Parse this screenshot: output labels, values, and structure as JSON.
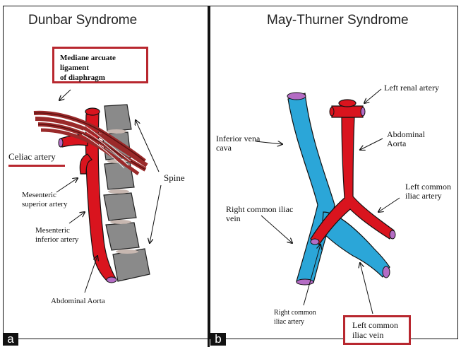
{
  "panel_a": {
    "title": "Dunbar Syndrome",
    "letter": "a",
    "boxed_label": "Mediane arcuate ligament\nof diaphragm",
    "celiac_label": "Celiac artery",
    "spine_label": "Spine",
    "mesenteric_superior_label": "Mesenteric\nsuperior artery",
    "mesenteric_inferior_label": "Mesenteric\ninferior artery",
    "aorta_label": "Abdominal Aorta"
  },
  "panel_b": {
    "title": "May-Thurner Syndrome",
    "letter": "b",
    "left_renal_label": "Left renal artery",
    "ivc_label": "Inferior vena\ncava",
    "aorta_label": "Abdominal\nAorta",
    "left_common_iliac_artery_label": "Left common\niliac artery",
    "right_common_iliac_vein_label": "Right common iliac\nvein",
    "right_common_iliac_artery_label": "Right common\niliac artery",
    "boxed_label": "Left common\niliac vein"
  },
  "colors": {
    "artery": "#d9141e",
    "vein": "#2ba6d8",
    "vertebra": "#8a8a8a",
    "ligament": "#9a2a2a",
    "box_border": "#b8272f",
    "vessel_end": "#b46cc4"
  }
}
